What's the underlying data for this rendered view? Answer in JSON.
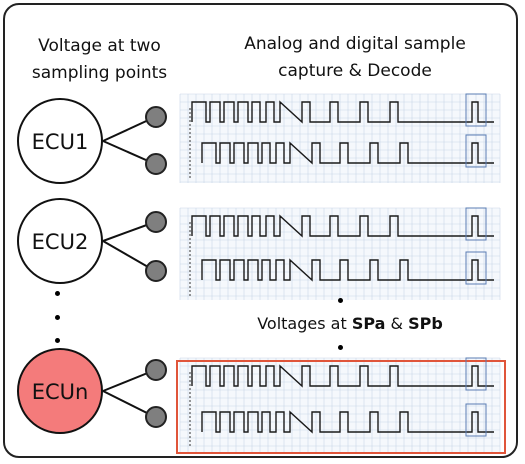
{
  "header": {
    "left_line1": "Voltage at two",
    "left_line2": "sampling points",
    "right_line1": "Analog and digital sample",
    "right_line2": "capture & Decode"
  },
  "ecus": [
    {
      "label": "ECU1",
      "fill": "#ffffff",
      "highlight": false
    },
    {
      "label": "ECU2",
      "fill": "#ffffff",
      "highlight": false
    },
    {
      "label": "ECUn",
      "fill": "#f47b7b",
      "highlight": true
    }
  ],
  "caption": {
    "prefix": "Voltages at ",
    "spa": "SPa",
    "amp": " & ",
    "spb": "SPb"
  },
  "colors": {
    "node_fill": "#7f7f7f",
    "highlight_box": "#e0553a",
    "grid": "#c9d6e8",
    "waveform": "#1a1a1a"
  }
}
